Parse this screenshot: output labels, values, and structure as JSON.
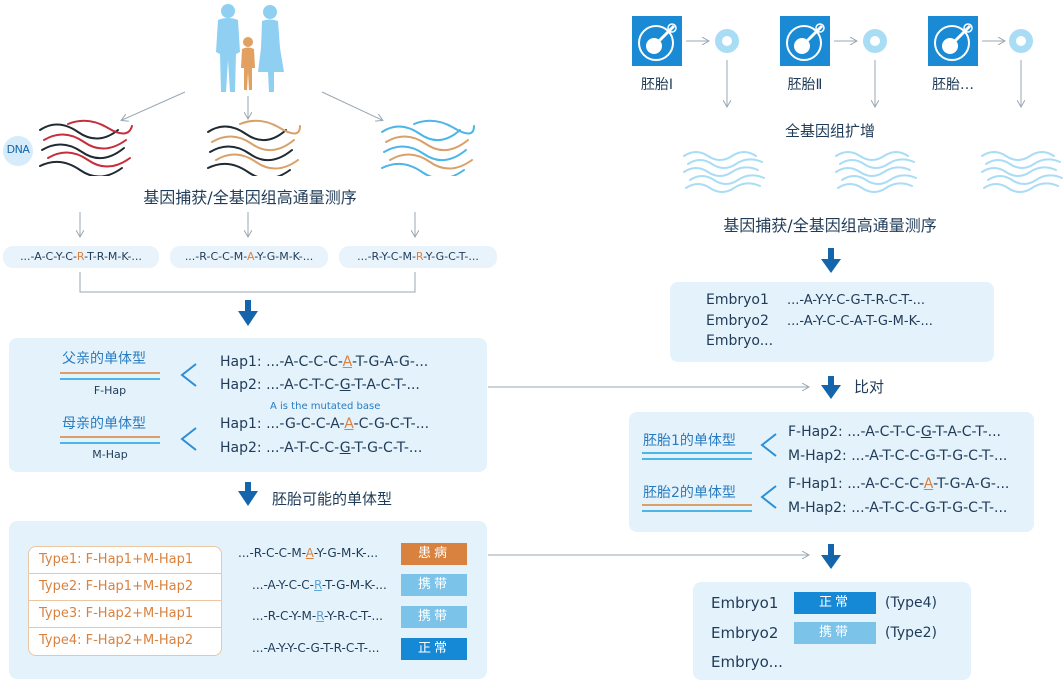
{
  "left": {
    "dna_label": "DNA",
    "capture_label": "基因捕获/全基因组高通量测序",
    "sequences": [
      {
        "pre": "...-A-C-Y-C-",
        "hl": "R",
        "post": "-T-R-M-K-..."
      },
      {
        "pre": "...-R-C-C-M-",
        "hl": "A",
        "post": "-Y-G-M-K-..."
      },
      {
        "pre": "...-R-Y-C-M-",
        "hl": "R",
        "post": "-Y-G-C-T-..."
      }
    ],
    "haplotype_panel": {
      "father_title": "父亲的单体型",
      "father_tag": "F-Hap",
      "mother_title": "母亲的单体型",
      "mother_tag": "M-Hap",
      "father_haps": [
        {
          "label": "Hap1:",
          "pre": "...-A-C-C-C-",
          "hl": "A",
          "post": "-T-G-A-G-..."
        },
        {
          "label": "Hap2:",
          "pre": "...-A-C-T-C-",
          "hl": "G",
          "post": "-T-A-C-T-..."
        }
      ],
      "note": "A is the mutated base",
      "mother_haps": [
        {
          "label": "Hap1:",
          "pre": "...-G-C-C-A-",
          "hl": "A",
          "post": "-C-G-C-T-..."
        },
        {
          "label": "Hap2:",
          "pre": "...-A-T-C-C-",
          "hl": "G",
          "post": "-T-G-C-T-..."
        }
      ]
    },
    "possible_label": "胚胎可能的单体型",
    "types": [
      {
        "label": "Type1: F-Hap1+M-Hap1",
        "pre": "...-R-C-C-M-",
        "hl": "A",
        "post": "-Y-G-M-K-...",
        "status": "患病",
        "color": "#d9823f"
      },
      {
        "label": "Type2: F-Hap1+M-Hap2",
        "pre": "...-A-Y-C-C-",
        "hl": "R",
        "post": "-T-G-M-K-...",
        "status": "携带",
        "color": "#7cc3ea"
      },
      {
        "label": "Type3: F-Hap2+M-Hap1",
        "pre": "...-R-C-Y-M-",
        "hl": "R",
        "post": "-Y-R-C-T-...",
        "status": "携带",
        "color": "#7cc3ea"
      },
      {
        "label": "Type4: F-Hap2+M-Hap2",
        "pre": "...-A-Y-Y-C-G-T-R-C-T-...",
        "hl": "",
        "post": "",
        "status": "正常",
        "color": "#1689d6"
      }
    ]
  },
  "right": {
    "embryos": [
      "胚胎Ⅰ",
      "胚胎Ⅱ",
      "胚胎…"
    ],
    "wga_label": "全基因组扩增",
    "capture_label": "基因捕获/全基因组高通量测序",
    "embryo_seqs": [
      {
        "name": "Embryo1",
        "seq": "...-A-Y-Y-C-G-T-R-C-T-..."
      },
      {
        "name": "Embryo2",
        "seq": "...-A-Y-C-C-A-T-G-M-K-..."
      },
      {
        "name": "Embryo...",
        "seq": ""
      }
    ],
    "compare_label": "比对",
    "embryo_haps": [
      {
        "title": "胚胎1的单体型",
        "rows": [
          {
            "label": "F-Hap2:",
            "pre": "...-A-C-T-C-",
            "hl": "G",
            "post": "-T-A-C-T-..."
          },
          {
            "label": "M-Hap2:",
            "pre": "...-A-T-C-C-G-T-G-C-T-...",
            "hl": "",
            "post": ""
          }
        ]
      },
      {
        "title": "胚胎2的单体型",
        "rows": [
          {
            "label": "F-Hap1:",
            "pre": "...-A-C-C-C-",
            "hl": "A",
            "post": "-T-G-A-G-..."
          },
          {
            "label": "M-Hap2:",
            "pre": "...-A-T-C-C-G-T-G-C-T-...",
            "hl": "",
            "post": ""
          }
        ]
      }
    ],
    "results": [
      {
        "name": "Embryo1",
        "status": "正常",
        "type": "(Type4)",
        "color": "#1689d6"
      },
      {
        "name": "Embryo2",
        "status": "携带",
        "type": "(Type2)",
        "color": "#7cc3ea"
      },
      {
        "name": "Embryo...",
        "status": "",
        "type": "",
        "color": ""
      }
    ]
  }
}
